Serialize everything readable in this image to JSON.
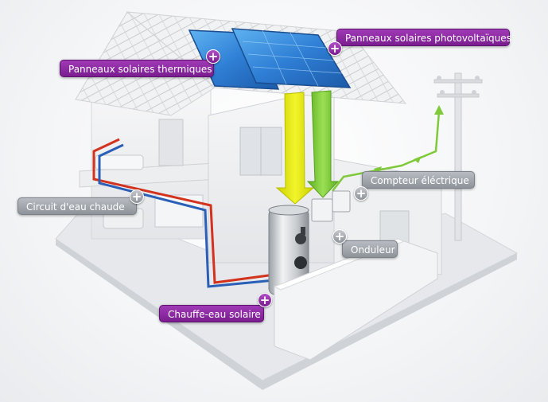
{
  "callouts": {
    "photovoltaic": "Panneaux solaires photovoltaïques",
    "thermal": "Panneaux solaires thermiques",
    "meter": "Compteur éléctrique",
    "hot_water_circuit": "Circuit d'eau chaude",
    "inverter": "Onduleur",
    "solar_water_heater": "Chauffe-eau solaire"
  },
  "plus_glyph": "+",
  "colors": {
    "purple_callout": "#7a1d90",
    "grey_callout": "#8e939a",
    "yellow_arrow": "#e2e600",
    "green_arrow": "#7fc93a",
    "hot_pipe": "#d2321e",
    "cold_pipe": "#2a5fb8",
    "solar_panel": "#2f7fd6"
  }
}
